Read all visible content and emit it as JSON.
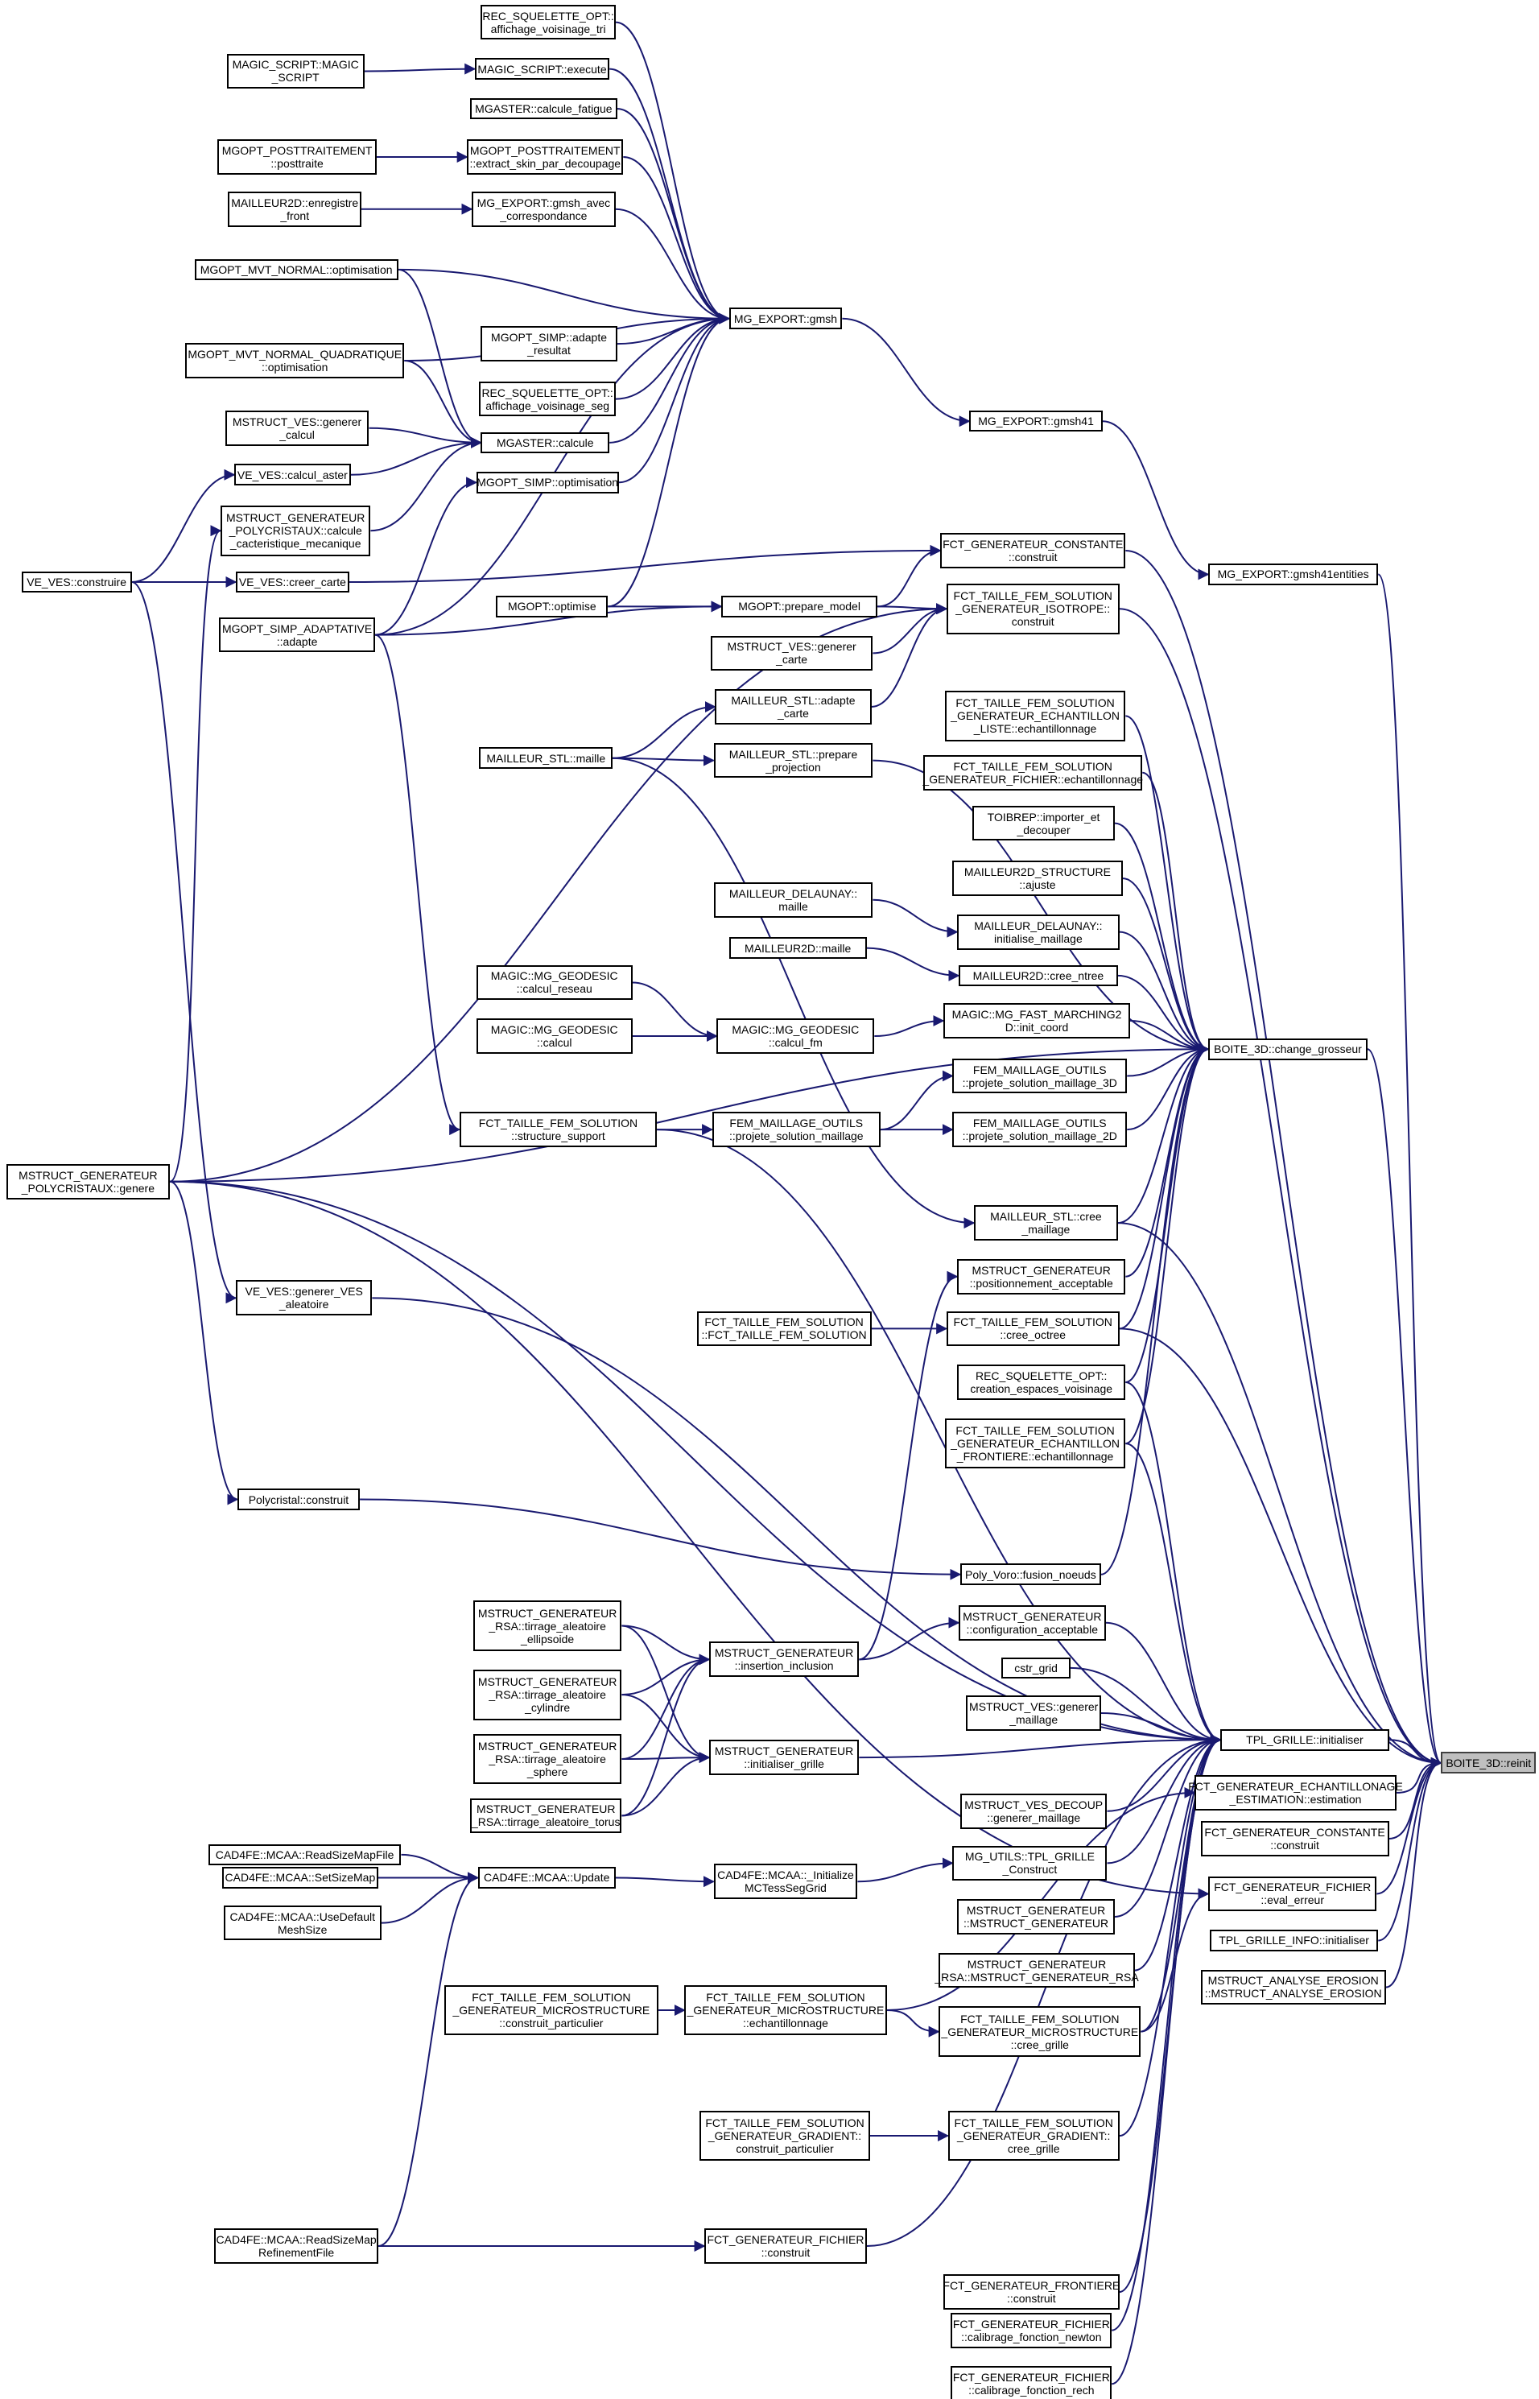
{
  "diagram": {
    "type": "doxygen-caller-graph",
    "root": "n_reinit",
    "colors": {
      "edge": "#191970",
      "node_border": "#000000",
      "node_fill": "#ffffff",
      "root_fill": "#bfbfbf"
    },
    "nodes": {
      "n_reinit": "BOITE_3D::reinit",
      "n_tplinit": "TPL_GRILLE::initialiser",
      "n_echest": "FCT_GENERATEUR_ECHANTILLONAGE\n_ESTIMATION::estimation",
      "n_genconst2": "FCT_GENERATEUR_CONSTANTE\n::construit",
      "n_evalerr": "FCT_GENERATEUR_FICHIER\n::eval_erreur",
      "n_tplinfo": "TPL_GRILLE_INFO::initialiser",
      "n_erosion": "MSTRUCT_ANALYSE_EROSION\n::MSTRUCT_ANALYSE_EROSION",
      "n_gmsh41ent": "MG_EXPORT::gmsh41entities",
      "n_gmsh41": "MG_EXPORT::gmsh41",
      "n_gmsh": "MG_EXPORT::gmsh",
      "n_change": "BOITE_3D::change_grosseur",
      "n_rec_tri": "REC_SQUELETTE_OPT::\naffichage_voisinage_tri",
      "n_magic_exec": "MAGIC_SCRIPT::execute",
      "n_magic_ctor": "MAGIC_SCRIPT::MAGIC\n_SCRIPT",
      "n_fatigue": "MGASTER::calcule_fatigue",
      "n_posttraite": "MGOPT_POSTTRAITEMENT\n::posttraite",
      "n_extract": "MGOPT_POSTTRAITEMENT\n::extract_skin_par_decoupage",
      "n_enreg": "MAILLEUR2D::enregistre\n_front",
      "n_gmsh_avec": "MG_EXPORT::gmsh_avec\n_correspondance",
      "n_mvtnormal": "MGOPT_MVT_NORMAL::optimisation",
      "n_adapte_res": "MGOPT_SIMP::adapte\n_resultat",
      "n_mvtquad": "MGOPT_MVT_NORMAL_QUADRATIQUE\n::optimisation",
      "n_rec_seg": "REC_SQUELETTE_OPT::\naffichage_voisinage_seg",
      "n_ves_gencalc": "MSTRUCT_VES::generer\n_calcul",
      "n_mgaster": "MGASTER::calcule",
      "n_calcaster": "VE_VES::calcul_aster",
      "n_simpopt": "MGOPT_SIMP::optimisation",
      "n_polymeca": "MSTRUCT_GENERATEUR\n_POLYCRISTAUX::calcule\n_cacteristique_mecanique",
      "n_construire": "VE_VES::construire",
      "n_creercarte": "VE_VES::creer_carte",
      "n_genconst": "FCT_GENERATEUR_CONSTANTE\n::construit",
      "n_optimise": "MGOPT::optimise",
      "n_prepare": "MGOPT::prepare_model",
      "n_isotrope": "FCT_TAILLE_FEM_SOLUTION\n_GENERATEUR_ISOTROPE::\nconstruit",
      "n_simpadapt": "MGOPT_SIMP_ADAPTATIVE\n::adapte",
      "n_ves_gencarte": "MSTRUCT_VES::generer\n_carte",
      "n_stl_adapte": "MAILLEUR_STL::adapte\n_carte",
      "n_ech_liste": "FCT_TAILLE_FEM_SOLUTION\n_GENERATEUR_ECHANTILLON\n_LISTE::echantillonnage",
      "n_stl_maille": "MAILLEUR_STL::maille",
      "n_stl_prepare": "MAILLEUR_STL::prepare\n_projection",
      "n_ech_fichier": "FCT_TAILLE_FEM_SOLUTION\n_GENERATEUR_FICHIER::echantillonnage",
      "n_toibrep": "TOIBREP::importer_et\n_decouper",
      "n_m2dstruct": "MAILLEUR2D_STRUCTURE\n::ajuste",
      "n_del_maille": "MAILLEUR_DELAUNAY::\nmaille",
      "n_del_init": "MAILLEUR_DELAUNAY::\ninitialise_maillage",
      "n_m2d_maille": "MAILLEUR2D::maille",
      "n_ntree": "MAILLEUR2D::cree_ntree",
      "n_geo_reseau": "MAGIC::MG_GEODESIC\n::calcul_reseau",
      "n_fastmarch": "MAGIC::MG_FAST_MARCHING2\nD::init_coord",
      "n_geo_calcul": "MAGIC::MG_GEODESIC\n::calcul",
      "n_geo_fm": "MAGIC::MG_GEODESIC\n::calcul_fm",
      "n_proj3d": "FEM_MAILLAGE_OUTILS\n::projete_solution_maillage_3D",
      "n_struct_support": "FCT_TAILLE_FEM_SOLUTION\n::structure_support",
      "n_proj": "FEM_MAILLAGE_OUTILS\n::projete_solution_maillage",
      "n_proj2d": "FEM_MAILLAGE_OUTILS\n::projete_solution_maillage_2D",
      "n_polygenere": "MSTRUCT_GENERATEUR\n_POLYCRISTAUX::genere",
      "n_stl_cree": "MAILLEUR_STL::cree\n_maillage",
      "n_position": "MSTRUCT_GENERATEUR\n::positionnement_acceptable",
      "n_genves": "VE_VES::generer_VES\n_aleatoire",
      "n_ctor_fct": "FCT_TAILLE_FEM_SOLUTION\n::FCT_TAILLE_FEM_SOLUTION",
      "n_octree": "FCT_TAILLE_FEM_SOLUTION\n::cree_octree",
      "n_rec_crea": "REC_SQUELETTE_OPT::\ncreation_espaces_voisinage",
      "n_ech_front": "FCT_TAILLE_FEM_SOLUTION\n_GENERATEUR_ECHANTILLON\n_FRONTIERE::echantillonnage",
      "n_polycrist": "Polycristal::construit",
      "n_fusion": "Poly_Voro::fusion_noeuds",
      "n_rsa_ellip": "MSTRUCT_GENERATEUR\n_RSA::tirrage_aleatoire\n_ellipsoide",
      "n_config": "MSTRUCT_GENERATEUR\n::configuration_acceptable",
      "n_insertion": "MSTRUCT_GENERATEUR\n::insertion_inclusion",
      "n_cstr_grid": "cstr_grid",
      "n_rsa_cyl": "MSTRUCT_GENERATEUR\n_RSA::tirrage_aleatoire\n_cylindre",
      "n_ves_genmaill": "MSTRUCT_VES::generer\n_maillage",
      "n_rsa_sphere": "MSTRUCT_GENERATEUR\n_RSA::tirrage_aleatoire\n_sphere",
      "n_init_grille": "MSTRUCT_GENERATEUR\n::initialiser_grille",
      "n_rsa_torus": "MSTRUCT_GENERATEUR\n_RSA::tirrage_aleatoire_torus",
      "n_ves_decoup": "MSTRUCT_VES_DECOUP\n::generer_maillage",
      "n_readsizemap": "CAD4FE::MCAA::ReadSizeMapFile",
      "n_mgutils": "MG_UTILS::TPL_GRILLE\n_Construct",
      "n_setsizemap": "CAD4FE::MCAA::SetSizeMap",
      "n_update": "CAD4FE::MCAA::Update",
      "n_initmctess": "CAD4FE::MCAA::_Initialize\nMCTessSegGrid",
      "n_usedefault": "CAD4FE::MCAA::UseDefault\nMeshSize",
      "n_mstruct_ctor": "MSTRUCT_GENERATEUR\n::MSTRUCT_GENERATEUR",
      "n_rsa_ctor": "MSTRUCT_GENERATEUR\n_RSA::MSTRUCT_GENERATEUR_RSA",
      "n_micro_part": "FCT_TAILLE_FEM_SOLUTION\n_GENERATEUR_MICROSTRUCTURE\n::construit_particulier",
      "n_micro_ech": "FCT_TAILLE_FEM_SOLUTION\n_GENERATEUR_MICROSTRUCTURE\n::echantillonnage",
      "n_micro_grille": "FCT_TAILLE_FEM_SOLUTION\n_GENERATEUR_MICROSTRUCTURE\n::cree_grille",
      "n_grad_part": "FCT_TAILLE_FEM_SOLUTION\n_GENERATEUR_GRADIENT::\nconstruit_particulier",
      "n_grad_grille": "FCT_TAILLE_FEM_SOLUTION\n_GENERATEUR_GRADIENT::\ncree_grille",
      "n_readrefine": "CAD4FE::MCAA::ReadSizeMap\nRefinementFile",
      "n_fich_constr": "FCT_GENERATEUR_FICHIER\n::construit",
      "n_frontiere": "FCT_GENERATEUR_FRONTIERE\n::construit",
      "n_newton": "FCT_GENERATEUR_FICHIER\n::calibrage_fonction_newton",
      "n_rech": "FCT_GENERATEUR_FICHIER\n::calibrage_fonction_rech"
    },
    "edges": [
      [
        "n_tplinit",
        "n_reinit"
      ],
      [
        "n_echest",
        "n_reinit"
      ],
      [
        "n_genconst2",
        "n_reinit"
      ],
      [
        "n_evalerr",
        "n_reinit"
      ],
      [
        "n_tplinfo",
        "n_reinit"
      ],
      [
        "n_erosion",
        "n_reinit"
      ],
      [
        "n_gmsh41ent",
        "n_reinit"
      ],
      [
        "n_change",
        "n_reinit"
      ],
      [
        "n_isotrope",
        "n_reinit"
      ],
      [
        "n_genconst",
        "n_reinit"
      ],
      [
        "n_octree",
        "n_reinit"
      ],
      [
        "n_stl_cree",
        "n_reinit"
      ],
      [
        "n_gmsh41",
        "n_gmsh41ent"
      ],
      [
        "n_gmsh",
        "n_gmsh41"
      ],
      [
        "n_rec_tri",
        "n_gmsh"
      ],
      [
        "n_magic_exec",
        "n_gmsh"
      ],
      [
        "n_fatigue",
        "n_gmsh"
      ],
      [
        "n_extract",
        "n_gmsh"
      ],
      [
        "n_gmsh_avec",
        "n_gmsh"
      ],
      [
        "n_mvtnormal",
        "n_gmsh"
      ],
      [
        "n_mvtquad",
        "n_gmsh"
      ],
      [
        "n_adapte_res",
        "n_gmsh"
      ],
      [
        "n_rec_seg",
        "n_gmsh"
      ],
      [
        "n_mgaster",
        "n_gmsh"
      ],
      [
        "n_simpopt",
        "n_gmsh"
      ],
      [
        "n_optimise",
        "n_gmsh"
      ],
      [
        "n_simpadapt",
        "n_gmsh"
      ],
      [
        "n_magic_ctor",
        "n_magic_exec"
      ],
      [
        "n_posttraite",
        "n_extract"
      ],
      [
        "n_enreg",
        "n_gmsh_avec"
      ],
      [
        "n_mvtnormal",
        "n_mgaster"
      ],
      [
        "n_mvtquad",
        "n_mgaster"
      ],
      [
        "n_ves_gencalc",
        "n_mgaster"
      ],
      [
        "n_calcaster",
        "n_mgaster"
      ],
      [
        "n_polymeca",
        "n_mgaster"
      ],
      [
        "n_construire",
        "n_calcaster"
      ],
      [
        "n_construire",
        "n_creercarte"
      ],
      [
        "n_construire",
        "n_genves"
      ],
      [
        "n_polygenere",
        "n_polymeca"
      ],
      [
        "n_polygenere",
        "n_polycrist"
      ],
      [
        "n_polygenere",
        "n_isotrope"
      ],
      [
        "n_polygenere",
        "n_change"
      ],
      [
        "n_polygenere",
        "n_tplinit"
      ],
      [
        "n_simpadapt",
        "n_simpopt"
      ],
      [
        "n_simpadapt",
        "n_struct_support"
      ],
      [
        "n_simpadapt",
        "n_prepare"
      ],
      [
        "n_creercarte",
        "n_genconst"
      ],
      [
        "n_optimise",
        "n_prepare"
      ],
      [
        "n_prepare",
        "n_genconst"
      ],
      [
        "n_prepare",
        "n_isotrope"
      ],
      [
        "n_ves_gencarte",
        "n_isotrope"
      ],
      [
        "n_stl_adapte",
        "n_isotrope"
      ],
      [
        "n_stl_maille",
        "n_stl_adapte"
      ],
      [
        "n_stl_maille",
        "n_stl_prepare"
      ],
      [
        "n_stl_maille",
        "n_stl_cree"
      ],
      [
        "n_stl_prepare",
        "n_change"
      ],
      [
        "n_ech_liste",
        "n_change"
      ],
      [
        "n_ech_fichier",
        "n_change"
      ],
      [
        "n_toibrep",
        "n_change"
      ],
      [
        "n_m2dstruct",
        "n_change"
      ],
      [
        "n_del_maille",
        "n_del_init"
      ],
      [
        "n_del_init",
        "n_change"
      ],
      [
        "n_m2d_maille",
        "n_ntree"
      ],
      [
        "n_ntree",
        "n_change"
      ],
      [
        "n_geo_reseau",
        "n_geo_fm"
      ],
      [
        "n_geo_calcul",
        "n_geo_fm"
      ],
      [
        "n_geo_fm",
        "n_fastmarch"
      ],
      [
        "n_fastmarch",
        "n_change"
      ],
      [
        "n_proj3d",
        "n_change"
      ],
      [
        "n_proj2d",
        "n_change"
      ],
      [
        "n_struct_support",
        "n_proj"
      ],
      [
        "n_proj",
        "n_proj3d"
      ],
      [
        "n_proj",
        "n_proj2d"
      ],
      [
        "n_stl_cree",
        "n_change"
      ],
      [
        "n_position",
        "n_change"
      ],
      [
        "n_octree",
        "n_change"
      ],
      [
        "n_rec_crea",
        "n_change"
      ],
      [
        "n_ech_front",
        "n_change"
      ],
      [
        "n_fusion",
        "n_change"
      ],
      [
        "n_ctor_fct",
        "n_octree"
      ],
      [
        "n_insertion",
        "n_position"
      ],
      [
        "n_polycrist",
        "n_fusion"
      ],
      [
        "n_genves",
        "n_tplinit"
      ],
      [
        "n_struct_support",
        "n_tplinit"
      ],
      [
        "n_rsa_ellip",
        "n_insertion"
      ],
      [
        "n_rsa_ellip",
        "n_init_grille"
      ],
      [
        "n_rsa_cyl",
        "n_insertion"
      ],
      [
        "n_rsa_cyl",
        "n_init_grille"
      ],
      [
        "n_rsa_sphere",
        "n_insertion"
      ],
      [
        "n_rsa_sphere",
        "n_init_grille"
      ],
      [
        "n_rsa_torus",
        "n_insertion"
      ],
      [
        "n_rsa_torus",
        "n_init_grille"
      ],
      [
        "n_insertion",
        "n_config"
      ],
      [
        "n_config",
        "n_tplinit"
      ],
      [
        "n_init_grille",
        "n_tplinit"
      ],
      [
        "n_cstr_grid",
        "n_tplinit"
      ],
      [
        "n_ves_genmaill",
        "n_tplinit"
      ],
      [
        "n_ves_decoup",
        "n_tplinit"
      ],
      [
        "n_mgutils",
        "n_tplinit"
      ],
      [
        "n_mstruct_ctor",
        "n_tplinit"
      ],
      [
        "n_rsa_ctor",
        "n_tplinit"
      ],
      [
        "n_micro_grille",
        "n_tplinit"
      ],
      [
        "n_grad_grille",
        "n_tplinit"
      ],
      [
        "n_fich_constr",
        "n_tplinit"
      ],
      [
        "n_frontiere",
        "n_tplinit"
      ],
      [
        "n_newton",
        "n_tplinit"
      ],
      [
        "n_rech",
        "n_tplinit"
      ],
      [
        "n_rec_crea",
        "n_tplinit"
      ],
      [
        "n_ech_front",
        "n_tplinit"
      ],
      [
        "n_readsizemap",
        "n_update"
      ],
      [
        "n_setsizemap",
        "n_update"
      ],
      [
        "n_usedefault",
        "n_update"
      ],
      [
        "n_readrefine",
        "n_update"
      ],
      [
        "n_update",
        "n_initmctess"
      ],
      [
        "n_initmctess",
        "n_mgutils"
      ],
      [
        "n_micro_part",
        "n_micro_ech"
      ],
      [
        "n_micro_ech",
        "n_micro_grille"
      ],
      [
        "n_micro_ech",
        "n_echest"
      ],
      [
        "n_grad_part",
        "n_grad_grille"
      ],
      [
        "n_readrefine",
        "n_fich_constr"
      ],
      [
        "n_polygenere",
        "n_evalerr"
      ],
      [
        "n_micro_grille",
        "n_evalerr"
      ]
    ]
  }
}
